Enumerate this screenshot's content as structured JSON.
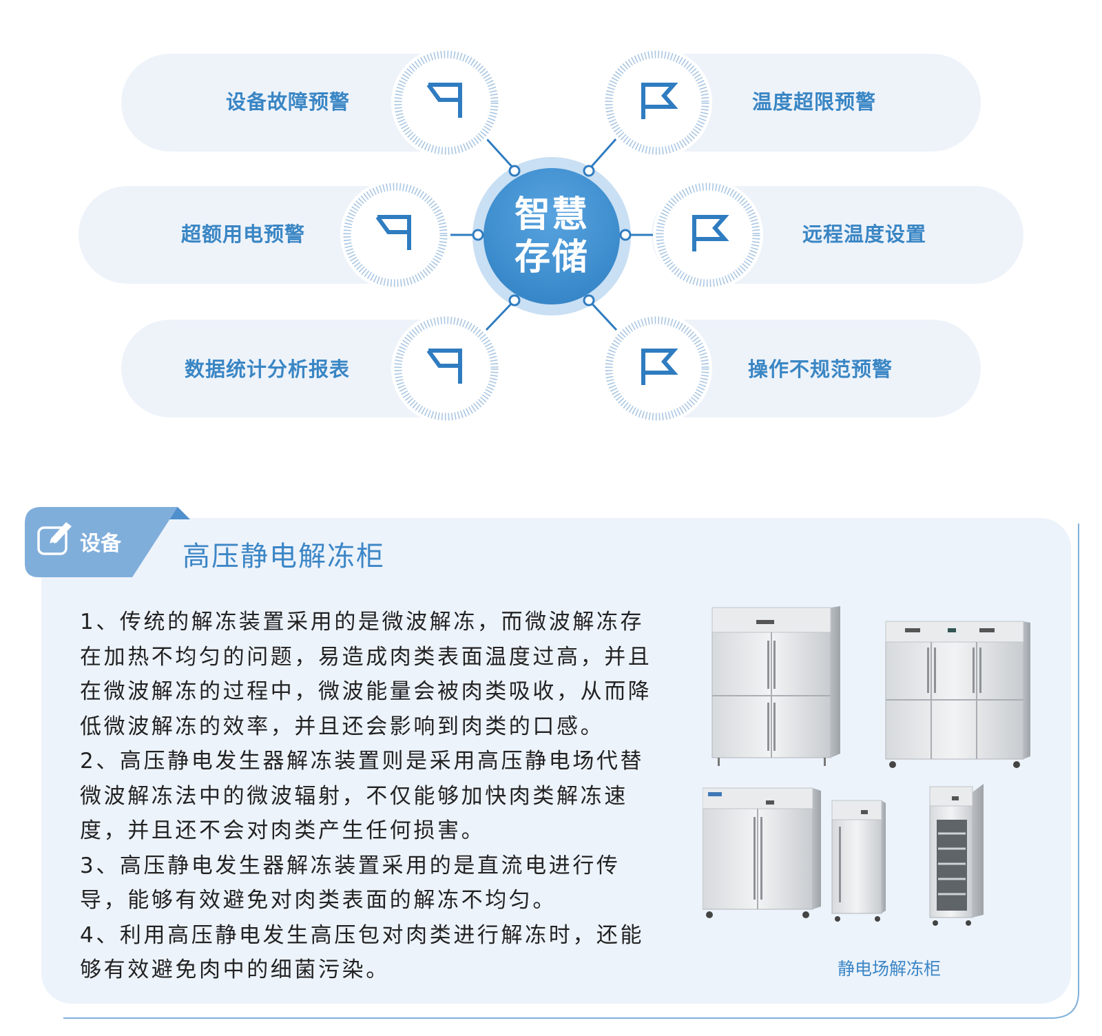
{
  "diagram": {
    "center": {
      "line1": "智慧",
      "line2": "存储"
    },
    "left": [
      {
        "label": "设备故障预警"
      },
      {
        "label": "超额用电预警"
      },
      {
        "label": "数据统计分析报表"
      }
    ],
    "right": [
      {
        "label": "温度超限预警"
      },
      {
        "label": "远程温度设置"
      },
      {
        "label": "操作不规范预警"
      }
    ],
    "colors": {
      "accent": "#3a86c4",
      "pill": "#eef3fa",
      "hub": "#3a8acb"
    }
  },
  "section": {
    "tab_label": "设备",
    "title": "高压静电解冻柜",
    "paragraphs": [
      "1、传统的解冻装置采用的是微波解冻，而微波解冻存在加热不均匀的问题，易造成肉类表面温度过高，并且在微波解冻的过程中，微波能量会被肉类吸收，从而降低微波解冻的效率，并且还会影响到肉类的口感。",
      "2、高压静电发生器解冻装置则是采用高压静电场代替微波解冻法中的微波辐射，不仅能够加快肉类解冻速度，并且还不会对肉类产生任何损害。",
      "3、高压静电发生器解冻装置采用的是直流电进行传导，能够有效避免对肉类表面的解冻不均匀。",
      "4、利用高压静电发生高压包对肉类进行解冻时，还能够有效避免肉中的细菌污染。"
    ],
    "image_caption": "静电场解冻柜"
  }
}
